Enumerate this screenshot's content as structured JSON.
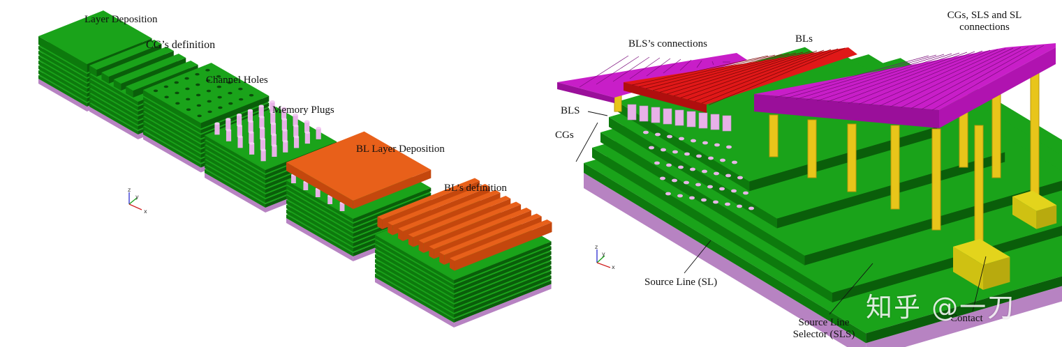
{
  "colors": {
    "green_top": "#1aa31a",
    "green_side": "#0d7a0d",
    "green_dark": "#0a5e0a",
    "pink_top": "#d9a4e0",
    "pink_side": "#b783c2",
    "orange_top": "#e8601a",
    "orange_side": "#c4470d",
    "magenta_top": "#c81ec8",
    "magenta_side": "#9a0f9a",
    "red_top": "#e01818",
    "red_side": "#b00e0e",
    "gold": "#e8c51a",
    "gold_side": "#b9960c",
    "plug": "#e7b2e7"
  },
  "left_panel": {
    "steps": [
      {
        "id": "layer-deposition",
        "label": "Layer Deposition"
      },
      {
        "id": "cg-definition",
        "label": "CG’s definition"
      },
      {
        "id": "channel-holes",
        "label": "Channel Holes"
      },
      {
        "id": "memory-plugs",
        "label": "Memory Plugs"
      },
      {
        "id": "bl-layer-deposition",
        "label": "BL Layer Deposition"
      },
      {
        "id": "bl-definition",
        "label": "BL’s definition"
      }
    ],
    "axis": {
      "z": "z",
      "y": "y",
      "x": "x"
    }
  },
  "right_panel": {
    "labels": {
      "bls_connections": "BLS’s connections",
      "bls_line1": "BLs",
      "cgs_sls_sl_line1": "CGs, SLS and SL",
      "cgs_sls_sl_line2": "connections",
      "bls": "BLS",
      "cgs": "CGs",
      "source_line": "Source Line (SL)",
      "source_line_selector_line1": "Source Line",
      "source_line_selector_line2": "Selector (SLS)",
      "contact": "Contact"
    },
    "axis": {
      "z": "z",
      "y": "y",
      "x": "x"
    }
  },
  "watermark": "知乎 @一刀"
}
